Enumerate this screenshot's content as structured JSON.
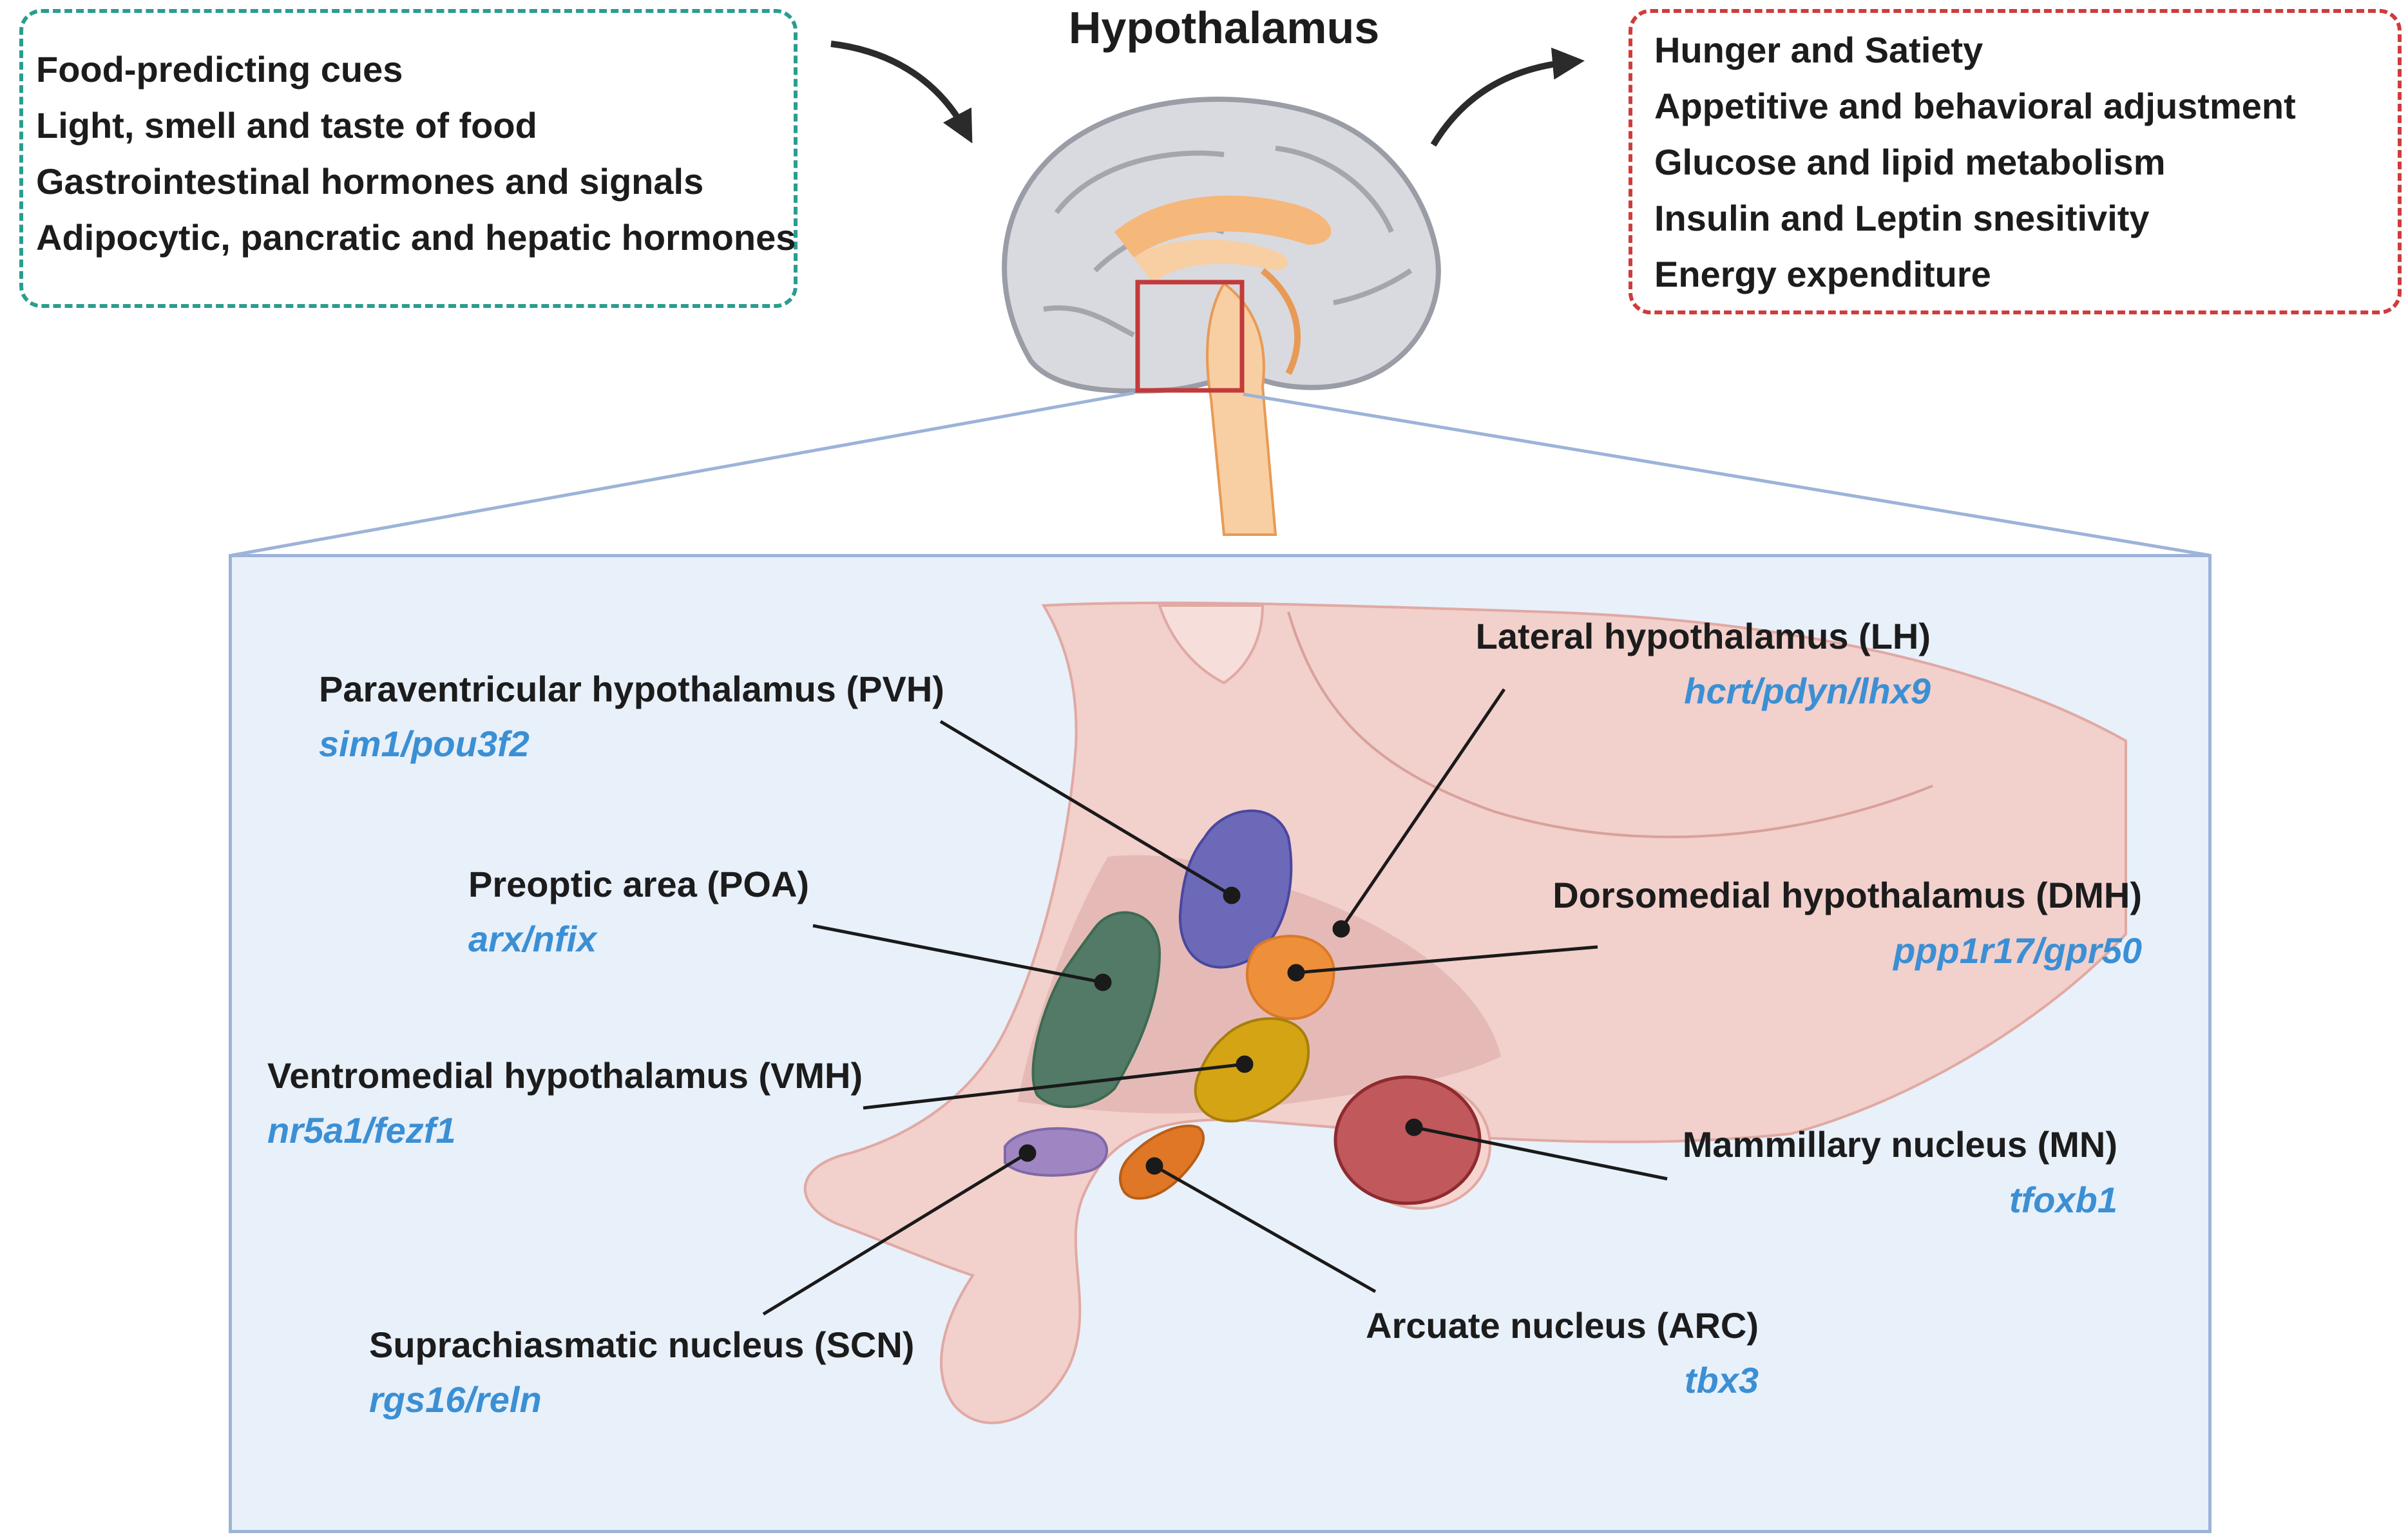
{
  "title": "Hypothalamus",
  "inputs": [
    "Food-predicting cues",
    "Light, smell and taste of food",
    "Gastrointestinal hormones and signals",
    "Adipocytic, pancratic and hepatic hormones"
  ],
  "outputs": [
    "Hunger and Satiety",
    "Appetitive and behavioral adjustment",
    "Glucose and lipid metabolism",
    "Insulin and Leptin snesitivity",
    "Energy expenditure"
  ],
  "nuclei": {
    "pvh": {
      "name": "Paraventricular hypothalamus (PVH)",
      "genes": "sim1/pou3f2",
      "color": "#6c69b8"
    },
    "poa": {
      "name": "Preoptic area (POA)",
      "genes": "arx/nfix",
      "color": "#537a66"
    },
    "vmh": {
      "name": "Ventromedial hypothalamus (VMH)",
      "genes": "nr5a1/fezf1",
      "color": "#d4a414"
    },
    "scn": {
      "name": "Suprachiasmatic nucleus (SCN)",
      "genes": "rgs16/reln",
      "color": "#9f86c2"
    },
    "lh": {
      "name": "Lateral hypothalamus (LH)",
      "genes": "hcrt/pdyn/lhx9",
      "color": "#c99a9a"
    },
    "dmh": {
      "name": "Dorsomedial hypothalamus (DMH)",
      "genes": "ppp1r17/gpr50",
      "color": "#ee8f3a"
    },
    "mn": {
      "name": "Mammillary nucleus (MN)",
      "genes": "tfoxb1",
      "color": "#c0585c"
    },
    "arc": {
      "name": "Arcuate nucleus (ARC)",
      "genes": "tbx3",
      "color": "#e07726"
    }
  },
  "colors": {
    "inputs_border": "#2a9d8f",
    "outputs_border": "#d03b3b",
    "gene_text": "#3b8fd4",
    "panel_bg": "#e8f0fa",
    "tissue": "#f2d0cc"
  }
}
